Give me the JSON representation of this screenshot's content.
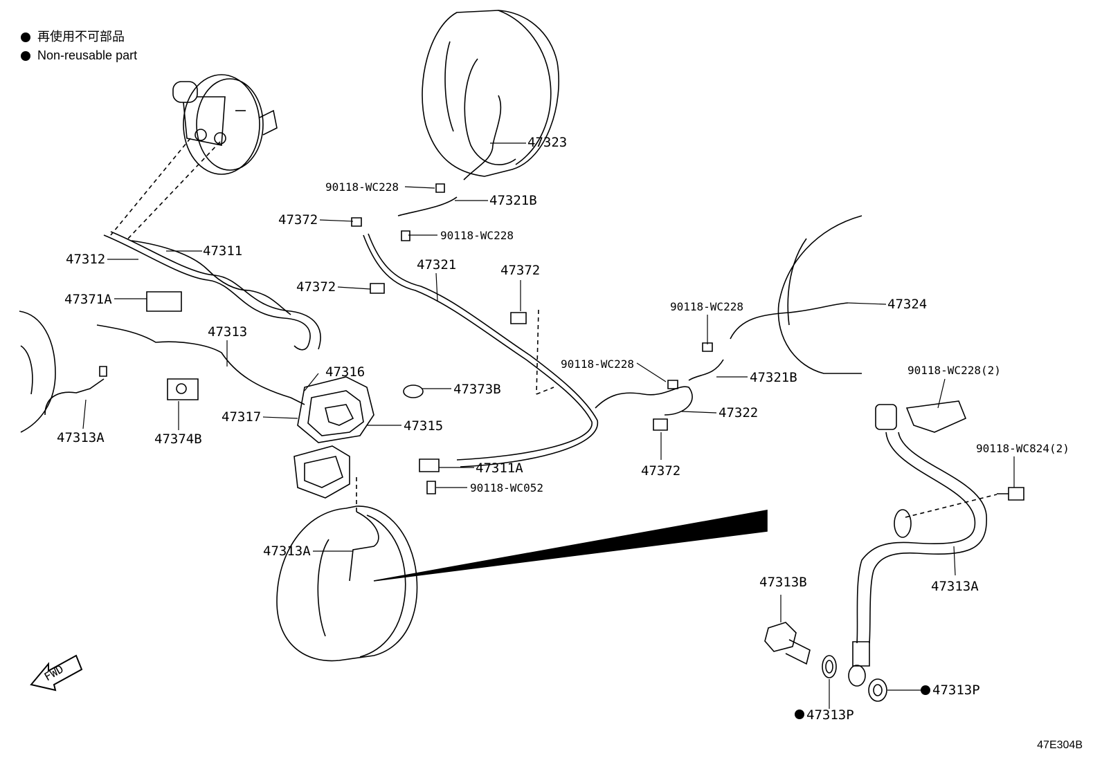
{
  "legend": {
    "line_jp": "再使用不可部品",
    "line_en": "Non-reusable part"
  },
  "labels": {
    "p47323": "47323",
    "p90118_top": "90118-WC228",
    "p47321B_top": "47321B",
    "p47372_a": "47372",
    "p90118_mid": "90118-WC228",
    "p47312": "47312",
    "p47311": "47311",
    "p47321": "47321",
    "p47372_b": "47372",
    "p47372_c": "47372",
    "p47371A": "47371A",
    "p47313": "47313",
    "p47324": "47324",
    "p90118_right": "90118-WC228",
    "p90118_center": "90118-WC228",
    "p47316": "47316",
    "p47321B_right": "47321B",
    "p47373B": "47373B",
    "p47313A_left": "47313A",
    "p47374B": "47374B",
    "p47317": "47317",
    "p47315": "47315",
    "p47322": "47322",
    "p47372_d": "47372",
    "p47311A": "47311A",
    "p90118_wc052": "90118-WC052",
    "p47313A_center": "47313A",
    "p90118_wc228_2": "90118-WC228(2)",
    "p90118_wc824_2": "90118-WC824(2)",
    "p47313B": "47313B",
    "p47313A_right": "47313A",
    "p47313P_right": "47313P",
    "p47313P_bottom": "47313P"
  },
  "fwd_text": "FWD",
  "reference": "47E304B"
}
